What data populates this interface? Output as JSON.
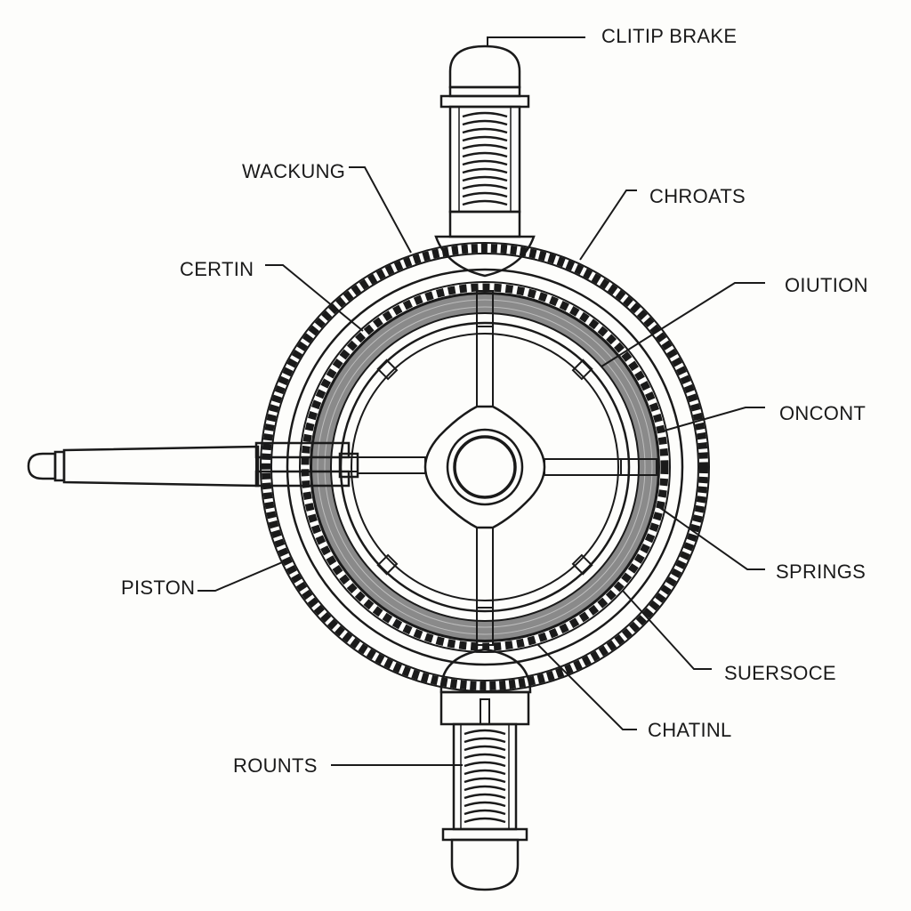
{
  "diagram": {
    "labels": {
      "clitip_brake": "CLITIP BRAKE",
      "wackung": "WACKUNG",
      "chroats": "CHROATS",
      "certin": "CERTIN",
      "oiution": "OIUTION",
      "oncont": "ONCONT",
      "piston": "PISTON",
      "springs": "SPRINGS",
      "suersoce": "SUERSOCE",
      "chatinl": "CHATINL",
      "rounts": "ROUNTS"
    },
    "colors": {
      "ink": "#1a1a1a",
      "band": "#8a8a8a",
      "background": "#fdfdfb"
    }
  }
}
